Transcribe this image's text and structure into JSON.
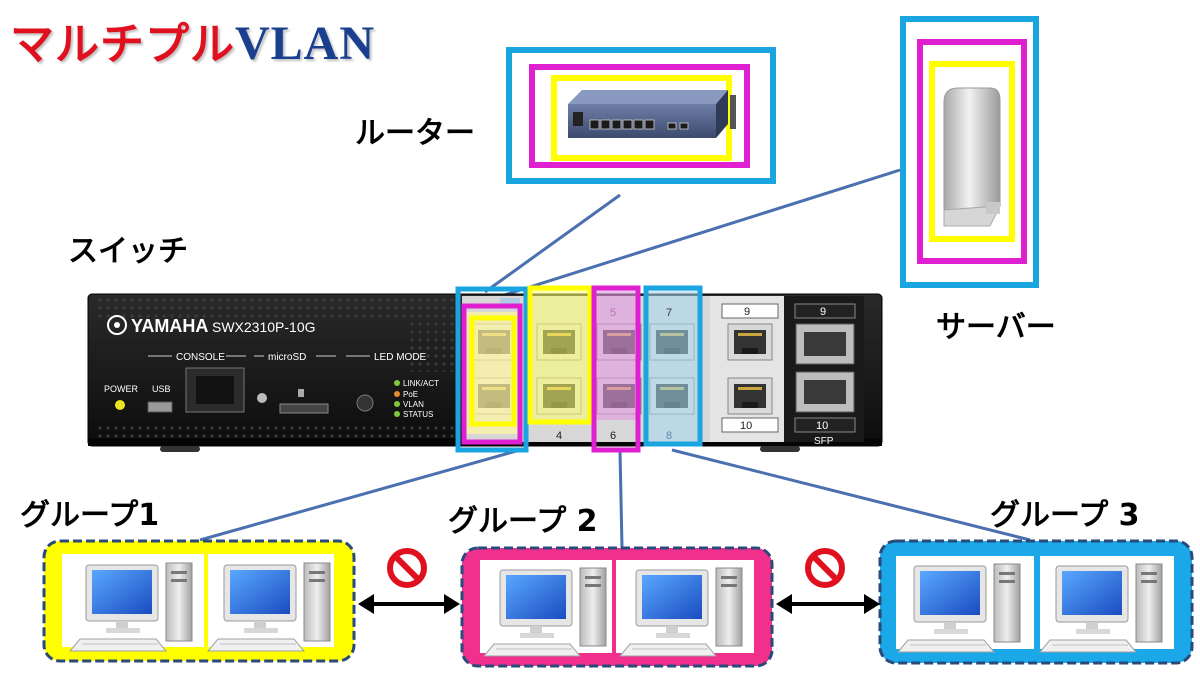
{
  "title": {
    "prefix": "マルチプル",
    "suffix": "VLAN"
  },
  "labels": {
    "router": "ルーター",
    "server": "サーバー",
    "switch": "スイッチ",
    "group1": "グループ1",
    "group2": "グループ 2",
    "group3": "グループ 3"
  },
  "switch_device": {
    "brand": "YAMAHA",
    "model": "SWX2310P-10G",
    "console": "CONSOLE",
    "microsd": "microSD",
    "led_mode": "LED MODE",
    "power": "POWER",
    "usb": "USB",
    "led_legend": [
      "LINK/ACT",
      "PoE",
      "VLAN",
      "STATUS"
    ],
    "port_numbers": {
      "p4": "4",
      "p5": "5",
      "p6": "6",
      "p7": "7",
      "p8": "8",
      "p9": "9",
      "p10": "10",
      "sfp9": "9",
      "sfp10": "10",
      "sfp": "SFP"
    }
  },
  "colors": {
    "yellow": "#ffff00",
    "magenta": "#e020d0",
    "cyan": "#1aa5e0",
    "group2_fill": "#f0308c",
    "group3_fill": "#1aa8e8",
    "title_red": "#e0101e",
    "title_blue": "#1a3f8f",
    "line_blue": "#4a70b0"
  },
  "icons": [
    "router-icon",
    "server-icon",
    "pc-icon",
    "no-entry-icon",
    "double-arrow-icon"
  ]
}
